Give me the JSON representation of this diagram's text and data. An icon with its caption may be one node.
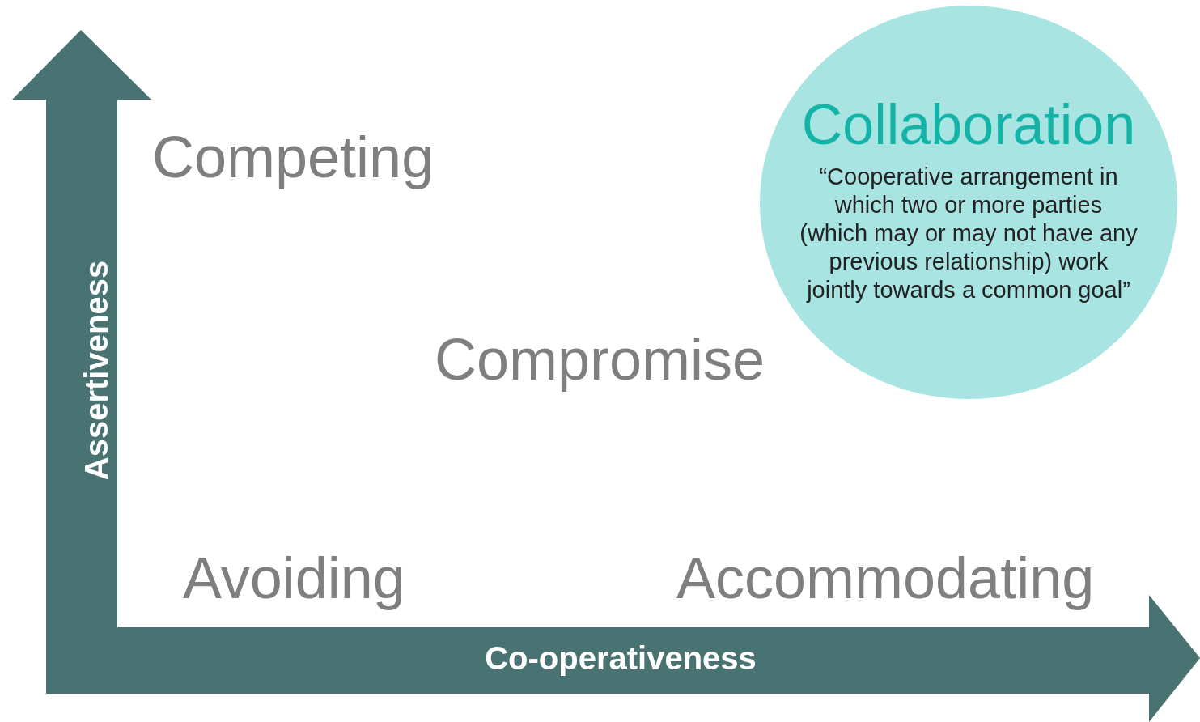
{
  "diagram": {
    "nodes": [
      {
        "text": [
          "Assertiveness"
        ]
      },
      {
        "text": [
          "Co-operativeness"
        ]
      },
      {
        "text": [
          "Collaboration",
          "“Cooperative arrangement in which two or more parties (which may or may not have any previous relationship) work jointly towards a common goal”"
        ]
      }
    ],
    "labels": [
      "Competing",
      "Compromise",
      "Avoiding",
      "Accommodating"
    ]
  }
}
